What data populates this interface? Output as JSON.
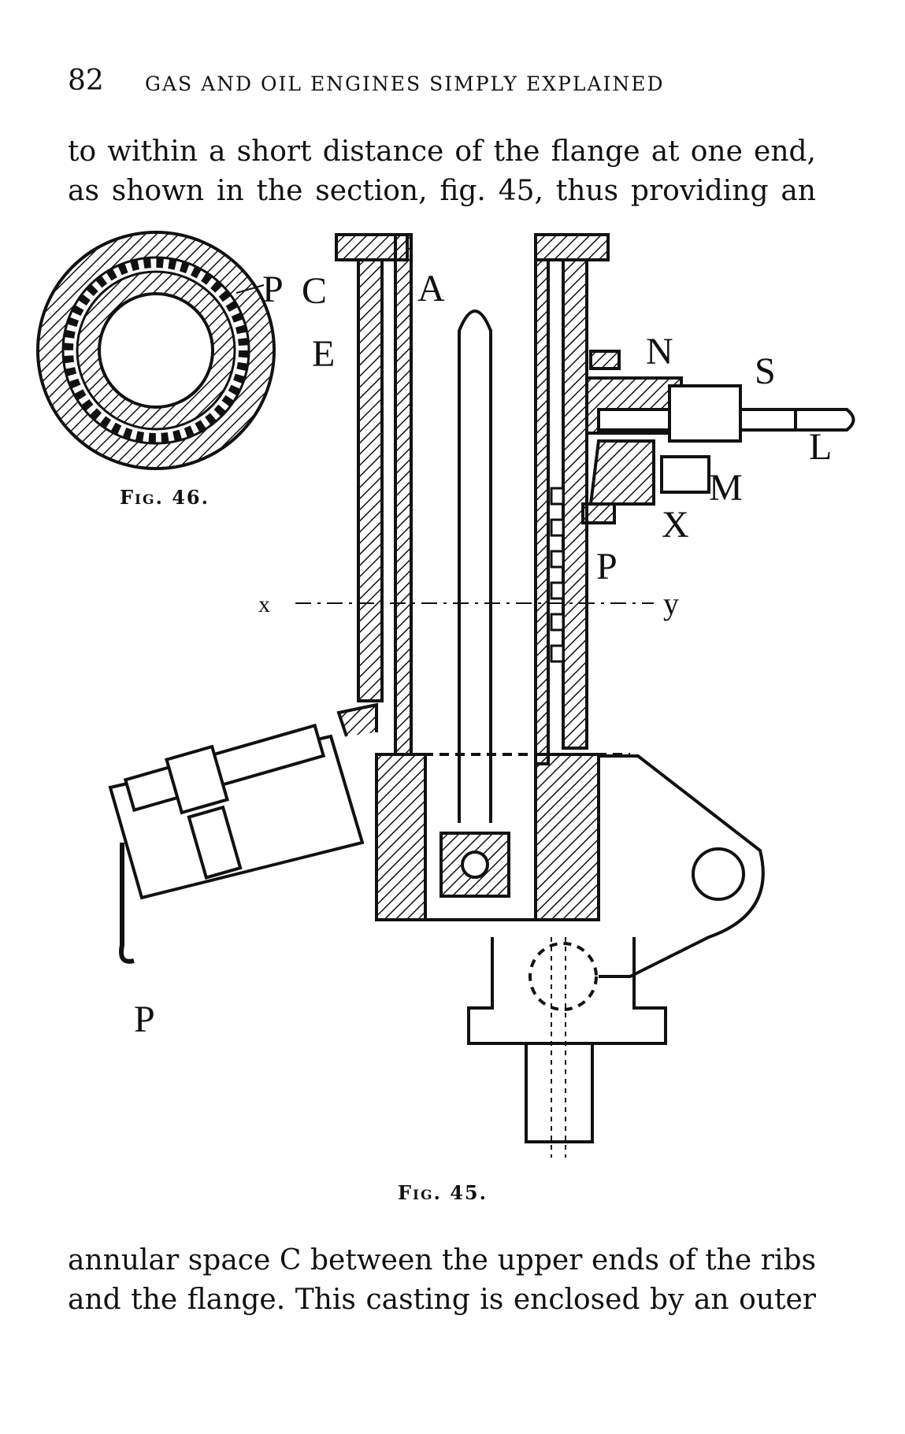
{
  "header": {
    "page_number": "82",
    "running_title": "GAS AND OIL ENGINES SIMPLY EXPLAINED"
  },
  "text": {
    "top_line_1": "to within a short distance of the flange at one end,",
    "top_line_2": "as shown in the section, fig. 45, thus providing an",
    "bottom_line_1": "annular space C between the upper ends of the ribs",
    "bottom_line_2": "and the flange. This casting is enclosed by an outer"
  },
  "figures": {
    "fig46": {
      "caption": "Fig. 46.",
      "labels": {
        "p": "P"
      }
    },
    "fig45": {
      "caption": "Fig. 45.",
      "labels": {
        "c": "C",
        "a": "A",
        "e": "E",
        "n": "N",
        "s": "S",
        "l": "L",
        "m": "M",
        "x_upper": "X",
        "p_upper": "P",
        "x_lower": "x",
        "y": "y",
        "p_lower": "P"
      }
    }
  }
}
